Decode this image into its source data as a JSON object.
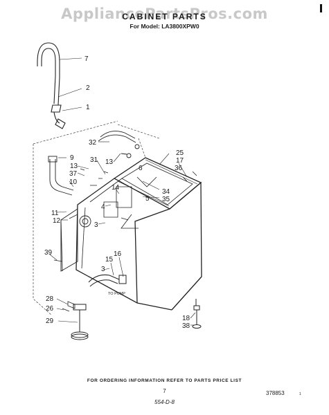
{
  "watermark": "AppliancePartsPros.com",
  "title": "CABINET PARTS",
  "subtitle": "For Model: LA3800XPW0",
  "callouts": {
    "c7": "7",
    "c2": "2",
    "c1": "1",
    "c32": "32",
    "c9": "9",
    "c31": "31",
    "c13a": "13",
    "c13b": "13",
    "c37": "37",
    "c10": "10",
    "c14": "14",
    "c25": "25",
    "c17": "17",
    "c36": "36",
    "c34": "34",
    "c35": "35",
    "c11": "11",
    "c12": "12",
    "c4": "4",
    "c3a": "3",
    "c39": "39",
    "c16": "16",
    "c15": "15",
    "c3b": "3",
    "c28": "28",
    "c26": "26",
    "c29": "29",
    "c18": "18",
    "c38": "38",
    "c6": "6",
    "c5": "5"
  },
  "pump_label": "TO PUMP",
  "footer_text": "FOR ORDERING INFORMATION REFER TO PARTS PRICE LIST",
  "page_number": "7",
  "doc_number": "378853",
  "doc_number_small": "1",
  "bottom_code": "554-D-8"
}
